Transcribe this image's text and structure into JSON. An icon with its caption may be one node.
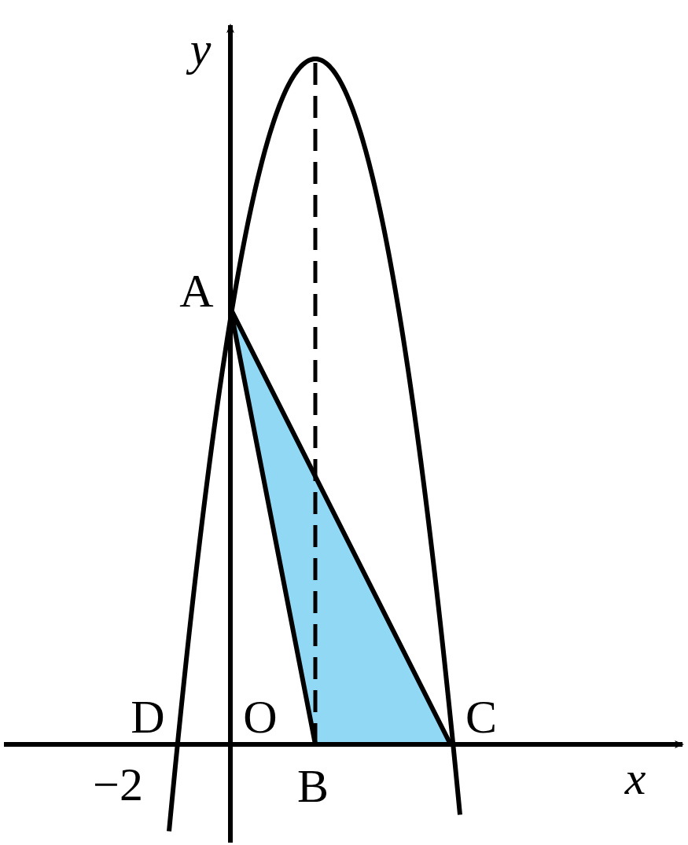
{
  "diagram": {
    "labels": [
      "y",
      "A",
      "D",
      "O",
      "C",
      "−2",
      "B",
      "x"
    ]
  }
}
